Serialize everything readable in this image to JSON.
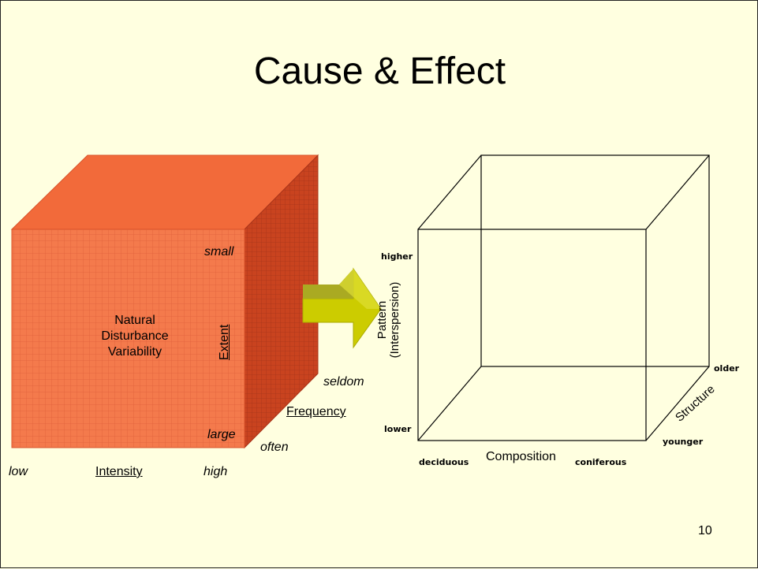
{
  "slide": {
    "title": "Cause & Effect",
    "page_number": "10"
  },
  "left_cube": {
    "center_lines": [
      "Natural",
      "Disturbance",
      "Variability"
    ],
    "extent_label": "Extent",
    "extent_small": "small",
    "extent_large": "large",
    "frequency_label": "Frequency",
    "frequency_seldom": "seldom",
    "frequency_often": "often",
    "intensity_label": "Intensity",
    "intensity_low": "low",
    "intensity_high": "high",
    "face_color": "#f47a4c",
    "top_color": "#f26a3a",
    "side_color": "#c9431f"
  },
  "arrow": {
    "color": "#cccc00",
    "shade": "#999900"
  },
  "right_cube": {
    "pattern_label_line1": "Pattern",
    "pattern_label_line2": "(Interspersion)",
    "pattern_higher": "higher",
    "pattern_lower": "lower",
    "composition_label": "Composition",
    "composition_left": "deciduous",
    "composition_right": "coniferous",
    "structure_label": "Structure",
    "structure_older": "older",
    "structure_younger": "younger"
  }
}
